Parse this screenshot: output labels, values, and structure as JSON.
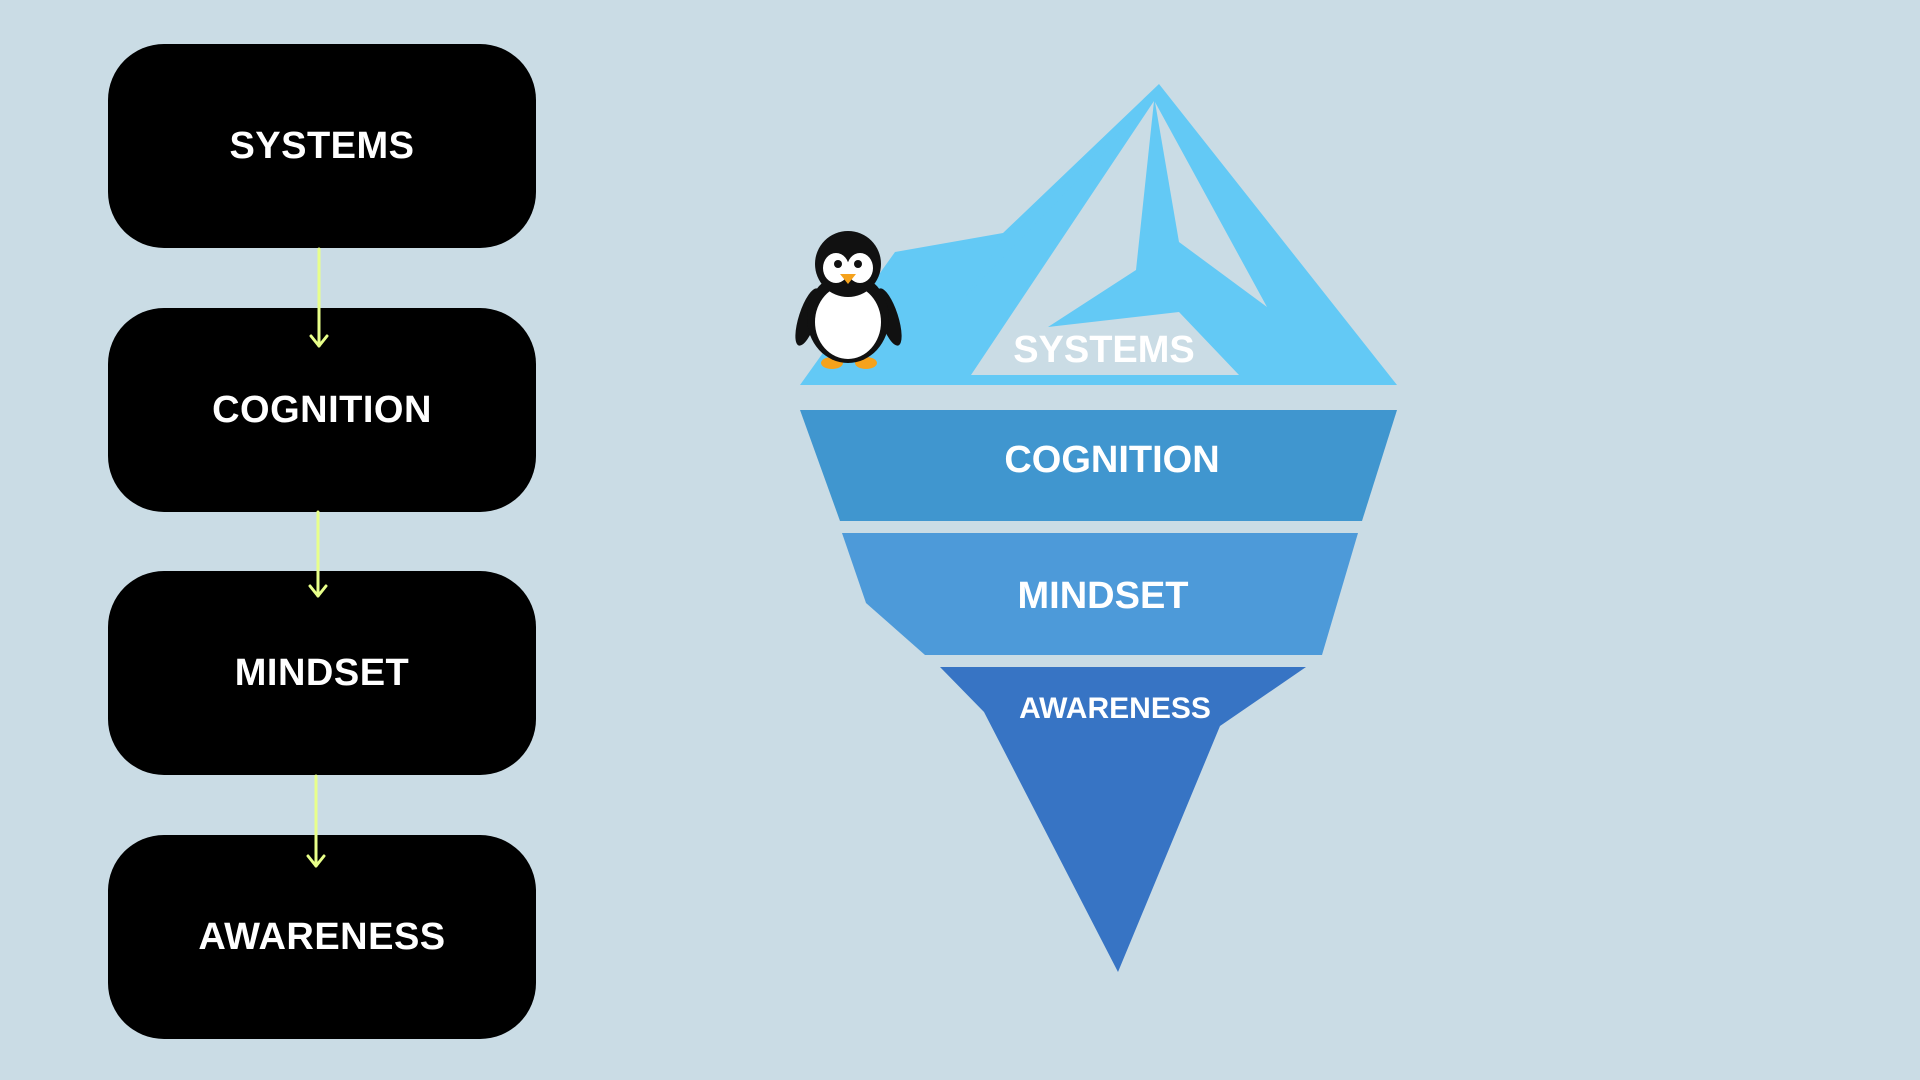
{
  "colors": {
    "background": "#cadce5",
    "box_fill": "#000000",
    "box_text": "#ffffff",
    "arrow": "#e8ff8a",
    "ice_top": "#63c9f5",
    "ice_snow": "#cadce5",
    "layer_cognition": "#4096cf",
    "layer_mindset": "#4d9ad9",
    "layer_awareness": "#3774c4"
  },
  "flowchart": {
    "steps": [
      "SYSTEMS",
      "COGNITION",
      "MINDSET",
      "AWARENESS"
    ]
  },
  "iceberg": {
    "layers": [
      "SYSTEMS",
      "COGNITION",
      "MINDSET",
      "AWARENESS"
    ],
    "mascot_icon": "penguin-icon"
  }
}
